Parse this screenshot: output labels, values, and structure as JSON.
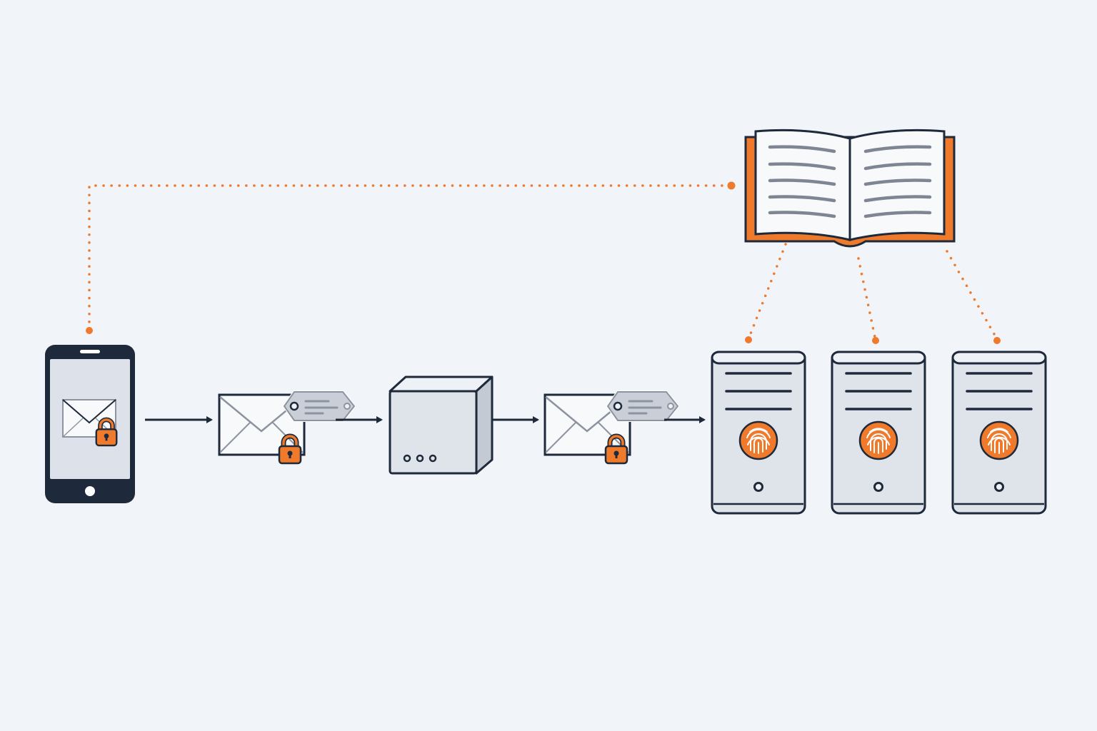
{
  "colors": {
    "background": "#f1f4f8",
    "outline": "#1e2a3b",
    "accent": "#ef7a2b",
    "accent_dark": "#d65f12",
    "surface": "#dde2ea",
    "surface_light": "#eef1f5",
    "paper": "#f8f9fb",
    "text_lines": "#7e8593",
    "tag": "#c9ced7"
  },
  "diagram": {
    "nodes": [
      {
        "id": "phone",
        "icon": "smartphone-icon",
        "content_icon": "envelope-icon",
        "badge_icon": "padlock-icon"
      },
      {
        "id": "envelope-1",
        "icon": "envelope-icon",
        "attached": [
          "tag-icon",
          "padlock-icon"
        ]
      },
      {
        "id": "relay-box",
        "icon": "cube-device-icon"
      },
      {
        "id": "envelope-2",
        "icon": "envelope-icon",
        "attached": [
          "tag-icon",
          "padlock-icon"
        ]
      },
      {
        "id": "server-1",
        "icon": "server-tower-icon",
        "badge_icon": "fingerprint-icon"
      },
      {
        "id": "server-2",
        "icon": "server-tower-icon",
        "badge_icon": "fingerprint-icon"
      },
      {
        "id": "server-3",
        "icon": "server-tower-icon",
        "badge_icon": "fingerprint-icon"
      },
      {
        "id": "directory-book",
        "icon": "open-book-icon"
      }
    ],
    "edges": [
      {
        "from": "phone",
        "to": "envelope-1",
        "style": "solid-arrow"
      },
      {
        "from": "envelope-1",
        "to": "relay-box",
        "style": "solid-arrow"
      },
      {
        "from": "relay-box",
        "to": "envelope-2",
        "style": "solid-arrow"
      },
      {
        "from": "envelope-2",
        "to": "server-1",
        "style": "solid-arrow"
      },
      {
        "from": "phone",
        "to": "directory-book",
        "style": "dotted"
      },
      {
        "from": "directory-book",
        "to": "server-1",
        "style": "dotted"
      },
      {
        "from": "directory-book",
        "to": "server-2",
        "style": "dotted"
      },
      {
        "from": "directory-book",
        "to": "server-3",
        "style": "dotted"
      }
    ]
  }
}
